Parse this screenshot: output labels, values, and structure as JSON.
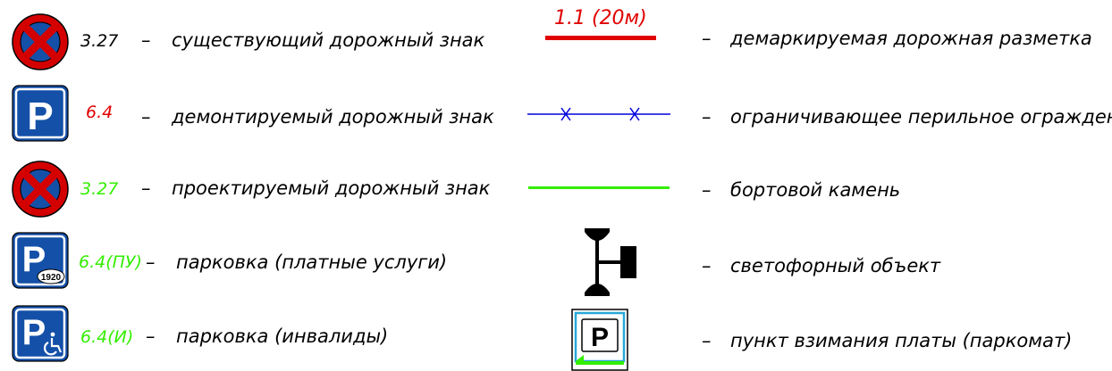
{
  "colors": {
    "red": "#e00000",
    "green": "#33ee00",
    "blue": "#0000dd",
    "sign_blue": "#1450a8",
    "sign_red": "#d40000",
    "black": "#000000"
  },
  "left_legend": [
    {
      "icon": "no-stopping-sign-icon",
      "code": "3.27",
      "code_color": "black",
      "dash": "–",
      "text": "существующий дорожный знак"
    },
    {
      "icon": "parking-sign-icon",
      "code": "6.4",
      "code_color": "red",
      "dash": "–",
      "text": "демонтируемый дорожный знак"
    },
    {
      "icon": "no-stopping-sign-icon",
      "code": "3.27",
      "code_color": "green",
      "dash": "–",
      "text": "проектируемый дорожный знак"
    },
    {
      "icon": "paid-parking-sign-icon",
      "code": "6.4(ПУ)",
      "code_color": "green",
      "dash": "–",
      "text": "парковка (платные услуги)",
      "plate_text": "1920"
    },
    {
      "icon": "disabled-parking-sign-icon",
      "code": "6.4(И)",
      "code_color": "green",
      "dash": "–",
      "text": "парковка (инвалиды)"
    }
  ],
  "right_legend": [
    {
      "icon": "red-marking-line-icon",
      "label": "1.1 (20м)",
      "dash": "–",
      "text": "демаркируемая дорожная разметка"
    },
    {
      "icon": "railing-line-icon",
      "dash": "–",
      "text": "ограничивающее перильное ограждение"
    },
    {
      "icon": "curb-line-icon",
      "dash": "–",
      "text": "бортовой камень"
    },
    {
      "icon": "traffic-light-icon",
      "dash": "–",
      "text": "светофорный объект"
    },
    {
      "icon": "parking-meter-icon",
      "meter_letter": "P",
      "dash": "–",
      "text": "пункт взимания платы (паркомат)"
    }
  ],
  "sign_letter": "P"
}
